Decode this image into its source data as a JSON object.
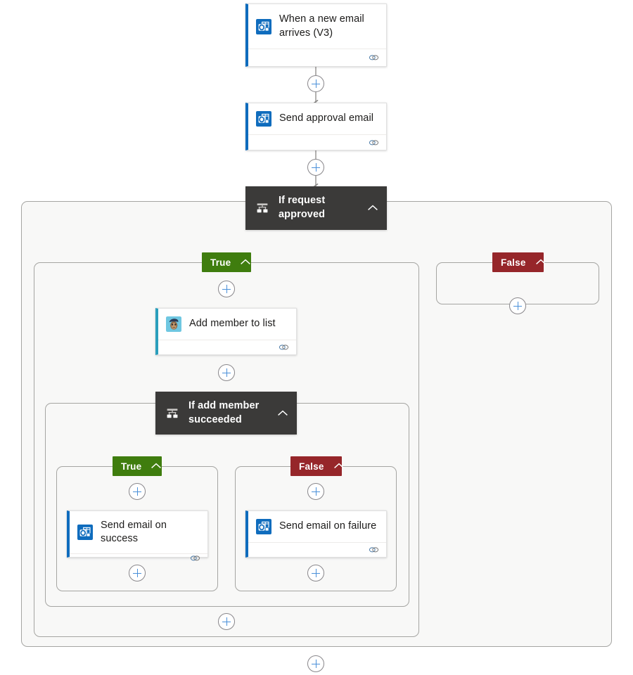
{
  "flow": {
    "title": "Cloud flow designer",
    "nodes": [
      {
        "id": "trigger-when-new-email",
        "label": "When a new email arrives (V3)",
        "icon": "outlook-icon",
        "connector": "Office 365 Outlook",
        "accent": "#0f6cbd",
        "type": "trigger",
        "footer_icon": "link-icon"
      },
      {
        "id": "action-send-approval-email",
        "label": "Send approval email",
        "icon": "outlook-icon",
        "connector": "Office 365 Outlook",
        "accent": "#0f6cbd",
        "type": "action",
        "footer_icon": "link-icon"
      },
      {
        "id": "condition-if-request-approved",
        "label": "If request approved",
        "icon": "condition-icon",
        "collapse_icon": "chevron-up-icon",
        "accent": "#3b3a39",
        "type": "condition"
      },
      {
        "id": "action-add-member-to-list",
        "label": "Add member to list",
        "icon": "mailchimp-icon",
        "connector": "Mailchimp",
        "accent": "#2a9fbc",
        "type": "action",
        "footer_icon": "link-icon"
      },
      {
        "id": "condition-if-add-member-succeeded",
        "label": "If add member succeeded",
        "icon": "condition-icon",
        "collapse_icon": "chevron-up-icon",
        "accent": "#3b3a39",
        "type": "condition"
      },
      {
        "id": "action-send-email-on-success",
        "label": "Send email on success",
        "icon": "outlook-icon",
        "connector": "Office 365 Outlook",
        "accent": "#0f6cbd",
        "type": "action",
        "footer_icon": "link-icon"
      },
      {
        "id": "action-send-email-on-failure",
        "label": "Send email on failure",
        "icon": "outlook-icon",
        "connector": "Office 365 Outlook",
        "accent": "#0f6cbd",
        "type": "action",
        "footer_icon": "link-icon"
      }
    ],
    "branches": {
      "outer_true": {
        "label": "True",
        "color": "#3f7d0e",
        "collapse_icon": "chevron-up-icon"
      },
      "outer_false": {
        "label": "False",
        "color": "#96262a",
        "collapse_icon": "chevron-up-icon"
      },
      "inner_true": {
        "label": "True",
        "color": "#3f7d0e",
        "collapse_icon": "chevron-up-icon"
      },
      "inner_false": {
        "label": "False",
        "color": "#96262a",
        "collapse_icon": "chevron-up-icon"
      }
    },
    "add_buttons": [
      {
        "id": "add-step-after-trigger",
        "icon": "plus-icon"
      },
      {
        "id": "add-step-after-send-approval-email",
        "icon": "plus-icon"
      },
      {
        "id": "add-step-outer-true-top",
        "icon": "plus-icon"
      },
      {
        "id": "add-step-outer-false",
        "icon": "plus-icon"
      },
      {
        "id": "add-step-after-add-member",
        "icon": "plus-icon"
      },
      {
        "id": "add-step-inner-true-top",
        "icon": "plus-icon"
      },
      {
        "id": "add-step-inner-false-top",
        "icon": "plus-icon"
      },
      {
        "id": "add-step-inner-true-bottom",
        "icon": "plus-icon"
      },
      {
        "id": "add-step-inner-false-bottom",
        "icon": "plus-icon"
      },
      {
        "id": "add-step-outer-true-bottom",
        "icon": "plus-icon"
      },
      {
        "id": "add-step-flow-end",
        "icon": "plus-icon"
      }
    ],
    "colors": {
      "canvas": "#ffffff",
      "scope_fill": "#f8f8f7",
      "scope_border": "#a5a5a2",
      "edge": "#8a8886",
      "plus_accent": "#4a90d9",
      "condition_header": "#3b3a39",
      "true_badge": "#3f7d0e",
      "false_badge": "#96262a",
      "outlook_blue": "#0f6cbd",
      "mailchimp_teal": "#2a9fbc"
    }
  }
}
